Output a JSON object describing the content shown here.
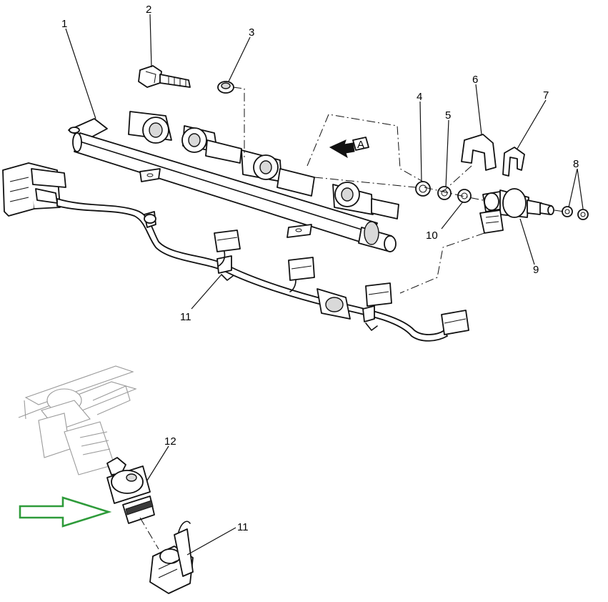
{
  "callouts": {
    "c1": "1",
    "c2": "2",
    "c3": "3",
    "c4": "4",
    "c5": "5",
    "c6": "6",
    "c7": "7",
    "c8": "8",
    "c9": "9",
    "c10": "10",
    "c11": "11",
    "c11b": "11",
    "c12": "12"
  },
  "view_marker": "A",
  "colors": {
    "line": "#111111",
    "arrow_outline": "#2e9b3a",
    "ghost": "#9a9a9a"
  }
}
